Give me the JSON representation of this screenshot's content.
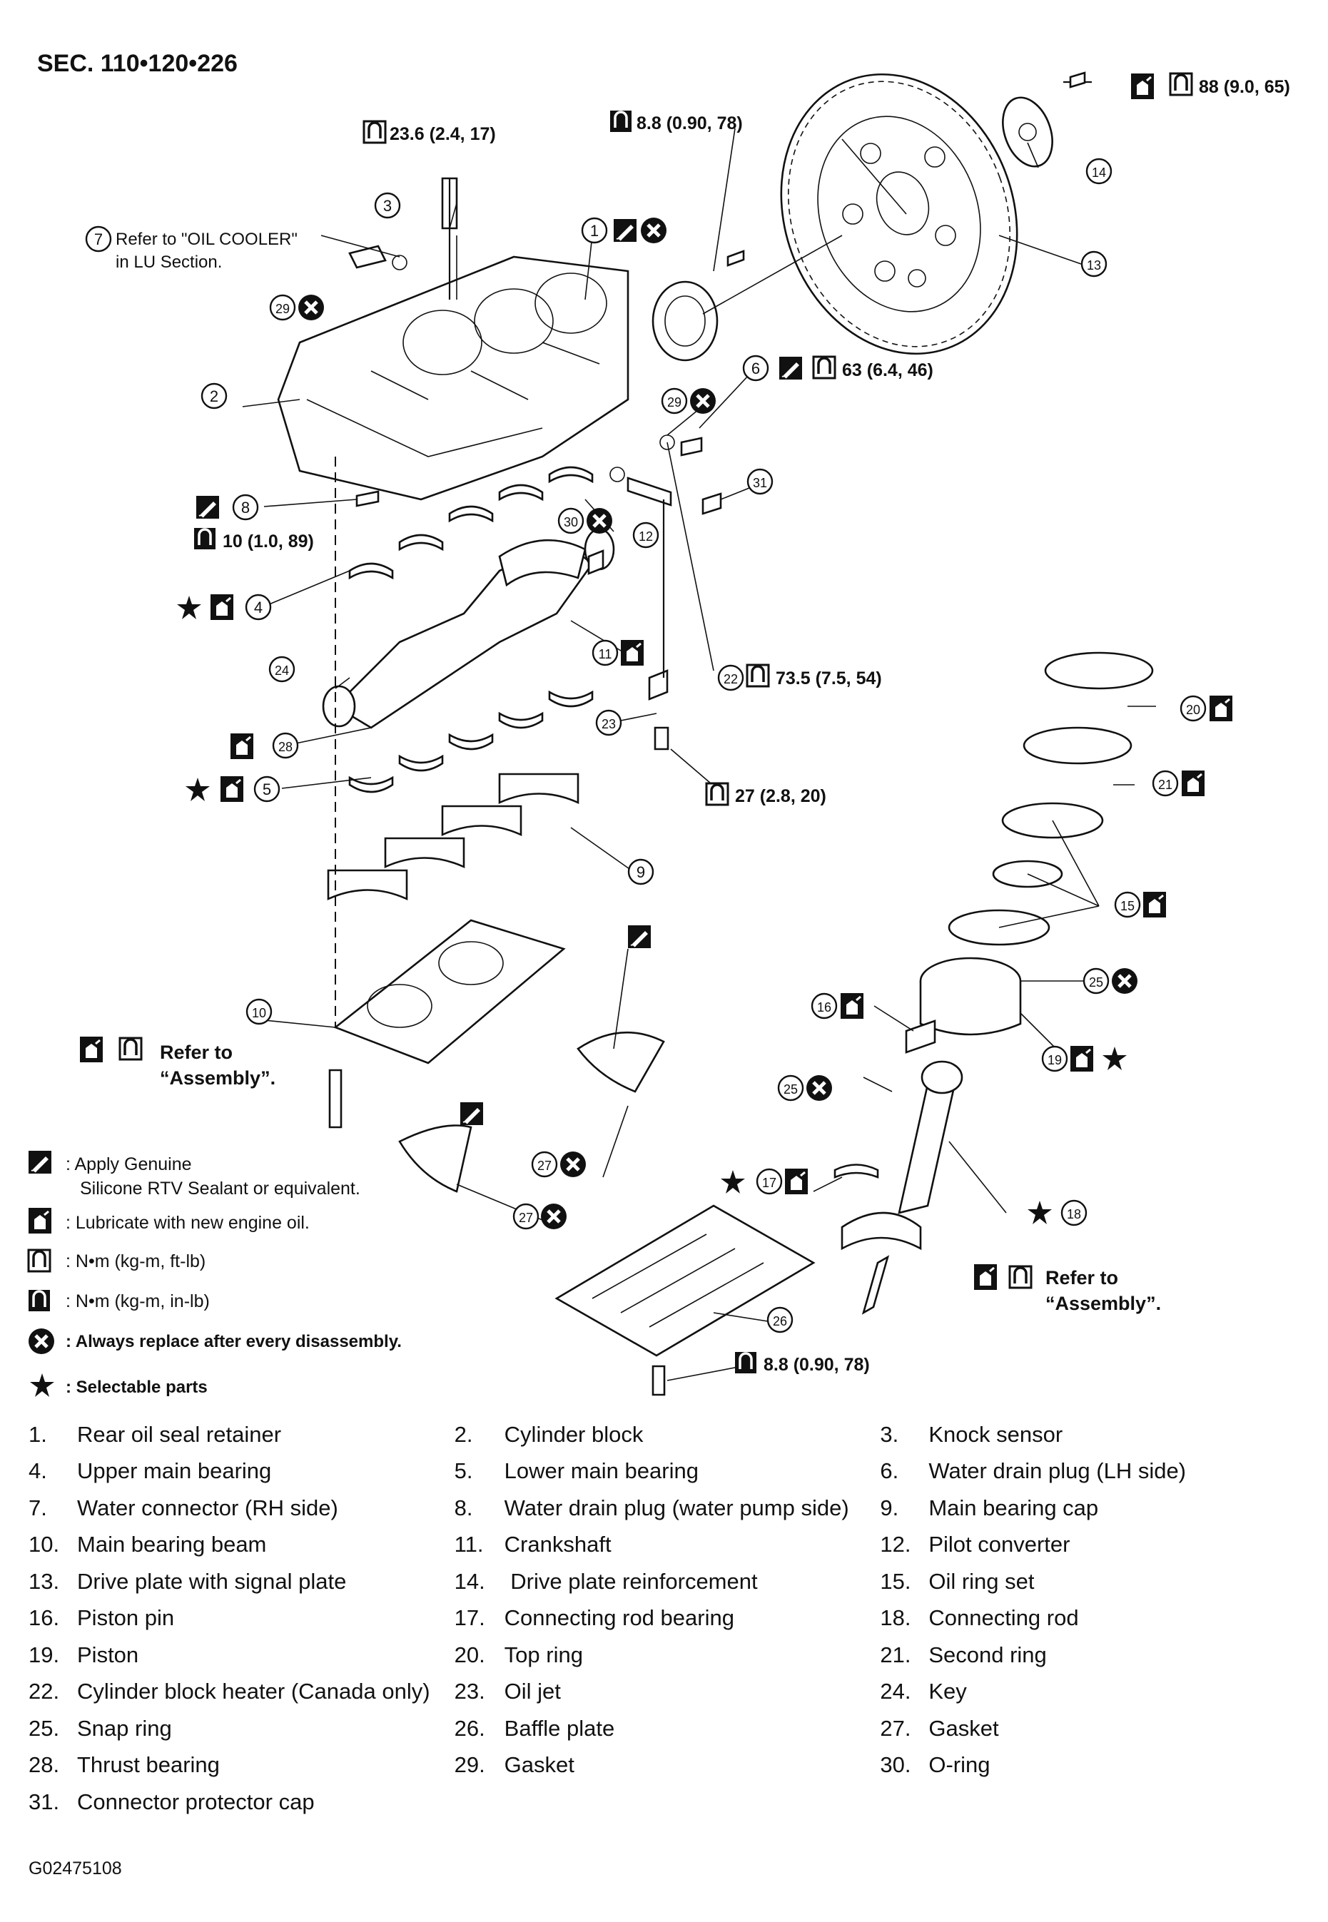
{
  "section_header": "SEC. 110•120•226",
  "figure_code": "G02475108",
  "torques": {
    "t3": "23.6 (2.4, 17)",
    "t1": "8.8 (0.90, 78)",
    "t_drive_plate": "88 (9.0, 65)",
    "t6": "63 (6.4, 46)",
    "t8": "10 (1.0, 89)",
    "t22": "73.5 (7.5, 54)",
    "t23": "27 (2.8, 20)",
    "t26": "8.8 (0.90, 78)"
  },
  "notes": {
    "oil_cooler_line1": "Refer to \"OIL COOLER\"",
    "oil_cooler_line2": "in LU Section.",
    "refer_line1": "Refer to",
    "refer_line2": "“Assembly”.",
    "refer2_line1": "Refer to",
    "refer2_line2": "“Assembly”."
  },
  "callouts": [
    "1",
    "2",
    "3",
    "4",
    "5",
    "6",
    "7",
    "8",
    "9",
    "10",
    "11",
    "12",
    "13",
    "14",
    "15",
    "16",
    "17",
    "18",
    "19",
    "20",
    "21",
    "22",
    "23",
    "24",
    "25",
    "26",
    "27",
    "28",
    "29",
    "30",
    "31"
  ],
  "symbol_legend": [
    {
      "icon": "sealant-icon",
      "text_line1": ": Apply Genuine",
      "text_line2": "Silicone RTV Sealant or equivalent."
    },
    {
      "icon": "oil-can-icon",
      "text_line1": ": Lubricate  with  new  engine  oil.",
      "text_line2": ""
    },
    {
      "icon": "torque-ft-lb-icon",
      "text_line1": ": N•m  (kg-m,  ft-lb)",
      "text_line2": ""
    },
    {
      "icon": "torque-in-lb-icon",
      "text_line1": ": N•m  (kg-m,  in-lb)",
      "text_line2": ""
    },
    {
      "icon": "replace-icon",
      "text_line1": ": Always replace after every disassembly.",
      "text_line2": ""
    },
    {
      "icon": "star-icon",
      "text_line1": ": Selectable parts",
      "text_line2": ""
    }
  ],
  "parts_list": [
    [
      {
        "n": "1.",
        "name": "Rear oil seal retainer"
      },
      {
        "n": "2.",
        "name": "Cylinder block"
      },
      {
        "n": "3.",
        "name": "Knock sensor"
      }
    ],
    [
      {
        "n": "4.",
        "name": "Upper main bearing"
      },
      {
        "n": "5.",
        "name": "Lower main bearing"
      },
      {
        "n": "6.",
        "name": "Water drain plug (LH side)"
      }
    ],
    [
      {
        "n": "7.",
        "name": "Water connector (RH side)"
      },
      {
        "n": "8.",
        "name": "Water drain plug (water pump side)"
      },
      {
        "n": "9.",
        "name": "Main bearing cap"
      }
    ],
    [
      {
        "n": "10.",
        "name": "Main bearing beam"
      },
      {
        "n": "11.",
        "name": "Crankshaft"
      },
      {
        "n": "12.",
        "name": "Pilot converter"
      }
    ],
    [
      {
        "n": "13.",
        "name": "Drive plate with signal plate"
      },
      {
        "n": "14.",
        "name": " Drive plate reinforcement"
      },
      {
        "n": "15.",
        "name": "Oil ring set"
      }
    ],
    [
      {
        "n": "16.",
        "name": "Piston pin"
      },
      {
        "n": "17.",
        "name": "Connecting rod bearing"
      },
      {
        "n": "18.",
        "name": "Connecting rod"
      }
    ],
    [
      {
        "n": "19.",
        "name": "Piston"
      },
      {
        "n": "20.",
        "name": "Top ring"
      },
      {
        "n": "21.",
        "name": "Second ring"
      }
    ],
    [
      {
        "n": "22.",
        "name": "Cylinder block heater (Canada only)"
      },
      {
        "n": "23.",
        "name": "Oil jet"
      },
      {
        "n": "24.",
        "name": "Key"
      }
    ],
    [
      {
        "n": "25.",
        "name": "Snap ring"
      },
      {
        "n": "26.",
        "name": "Baffle plate"
      },
      {
        "n": "27.",
        "name": "Gasket"
      }
    ],
    [
      {
        "n": "28.",
        "name": "Thrust bearing"
      },
      {
        "n": "29.",
        "name": "Gasket"
      },
      {
        "n": "30.",
        "name": "O-ring"
      }
    ],
    [
      {
        "n": "31.",
        "name": "Connector protector cap"
      },
      {
        "n": "",
        "name": ""
      },
      {
        "n": "",
        "name": ""
      }
    ]
  ]
}
